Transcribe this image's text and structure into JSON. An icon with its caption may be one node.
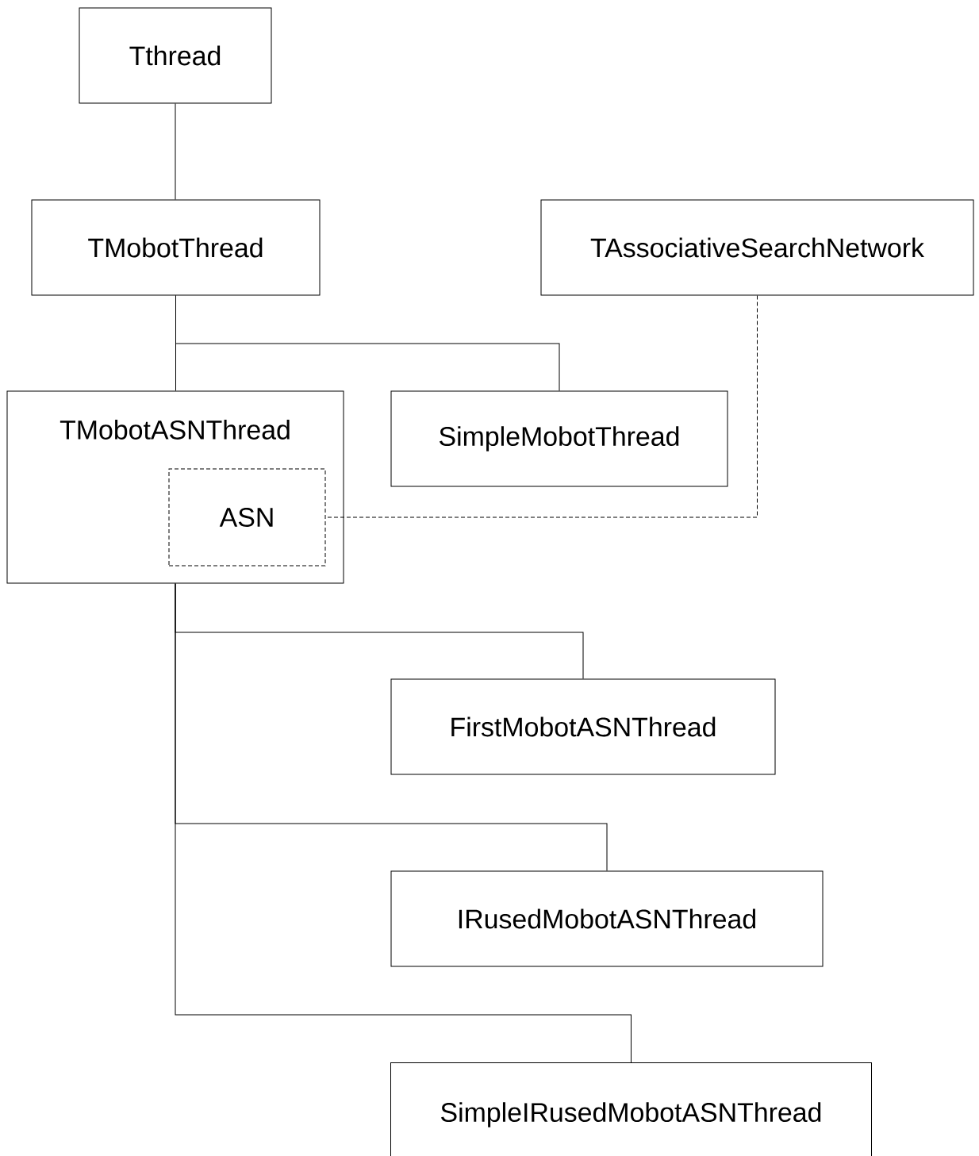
{
  "diagram": {
    "nodes": [
      {
        "text": [
          "Tthread"
        ]
      },
      {
        "text": [
          "TMobotThread"
        ]
      },
      {
        "text": [
          "TAssociativeSearchNetwork"
        ]
      },
      {
        "text": [
          "TMobotASNThread"
        ]
      },
      {
        "text": [
          "ASN"
        ],
        "in": 3
      },
      {
        "text": [
          "SimpleMobotThread"
        ]
      },
      {
        "text": [
          "FirstMobotASNThread"
        ]
      },
      {
        "text": [
          "IRusedMobotASNThread"
        ]
      },
      {
        "text": [
          "SimpleIRusedMobotASNThread"
        ]
      }
    ],
    "edges": [
      {
        "from": 0,
        "to": 1,
        "arrow": "none"
      },
      {
        "from": 1,
        "to": 3,
        "arrow": "none"
      },
      {
        "from": 1,
        "to": 5,
        "arrow": "none"
      },
      {
        "from": 2,
        "to": 4,
        "arrow": "none",
        "style": "dashed"
      },
      {
        "from": 3,
        "to": 6,
        "arrow": "none"
      },
      {
        "from": 3,
        "to": 7,
        "arrow": "none"
      },
      {
        "from": 3,
        "to": 8,
        "arrow": "none"
      }
    ]
  }
}
